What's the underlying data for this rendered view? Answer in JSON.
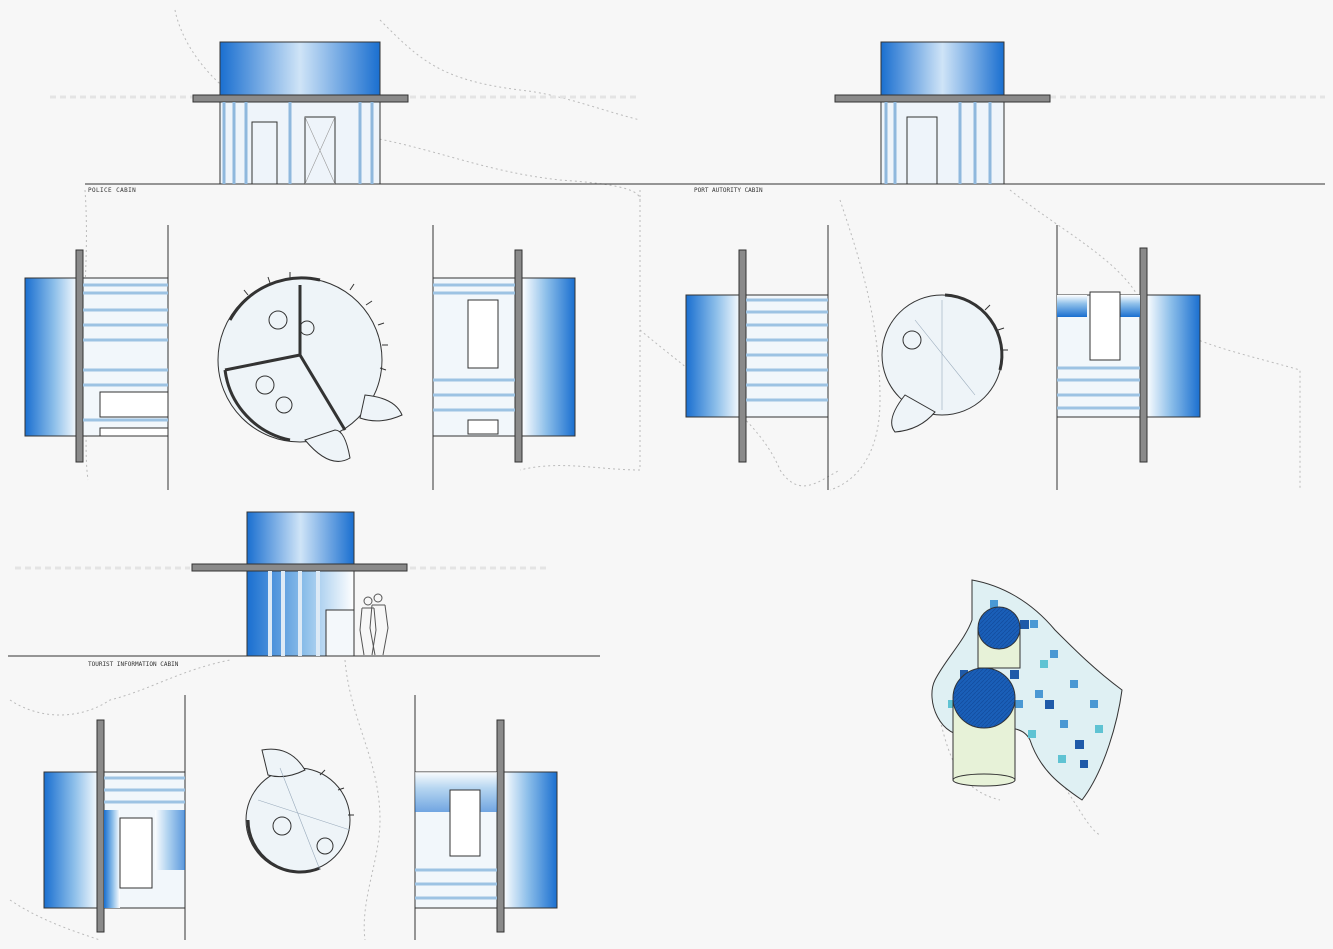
{
  "sheet": {
    "captions": {
      "police": "POLICE CABIN",
      "port": "PORT AUTORITY CABIN",
      "tourist": "TOURIST INFORMATION CABIN"
    }
  },
  "colors": {
    "blue_dark": "#1a6fd0",
    "blue_light": "#ffffff",
    "bar": "#8a8a8a",
    "line": "#333333",
    "plan_fill": "#eef4f8",
    "dotted": "#bbbbbb",
    "tile_dark": "#1f5aa8",
    "tile_mid": "#3a8fd0",
    "tile_light": "#5fc3d3"
  },
  "icons": {
    "people": "people-silhouette-icon",
    "door": "door-icon",
    "window": "window-icon"
  }
}
